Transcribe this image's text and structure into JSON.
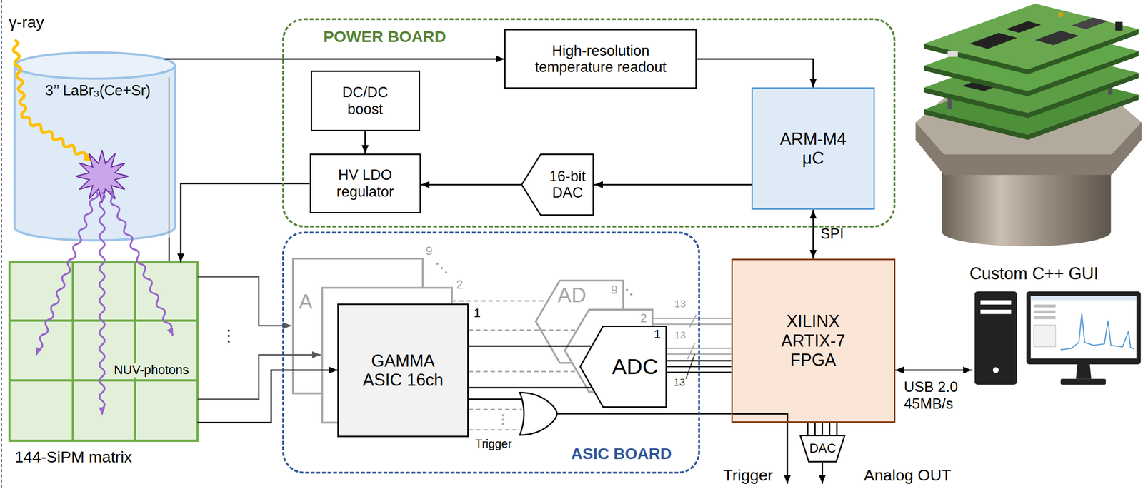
{
  "diagram": {
    "nodes": [
      {
        "text": [
          "3’’ LaBr₃(Ce+Sr)"
        ]
      },
      {
        "text": [
          "POWER BOARD"
        ]
      },
      {
        "text": [
          "High-resolution temperature readout"
        ],
        "in": 1
      },
      {
        "text": [
          "DC/DC boost"
        ],
        "in": 1
      },
      {
        "text": [
          "ARM-M4 μC"
        ],
        "in": 1
      },
      {
        "text": [
          "HV LDO regulator"
        ],
        "in": 1
      },
      {
        "text": [
          "16-bit DAC"
        ],
        "in": 1
      },
      {
        "text": [
          "144-SiPM matrix",
          "NUV-photons"
        ]
      },
      {
        "text": [
          "ASIC BOARD"
        ]
      },
      {
        "text": [
          "GAMMA ASIC 16ch"
        ],
        "in": 8
      },
      {
        "text": [
          "ADC"
        ],
        "in": 8
      },
      {
        "text": [
          "Trigger"
        ],
        "in": 8
      },
      {
        "text": [
          "XILINX ARTIX-7 FPGA"
        ]
      },
      {
        "text": [
          "DAC"
        ]
      },
      {
        "text": [
          "Custom C++ GUI"
        ]
      }
    ],
    "edges": [
      {
        "from": 0,
        "to": 2,
        "arrow": "to"
      },
      {
        "from": 2,
        "to": 4,
        "arrow": "to"
      },
      {
        "from": 3,
        "to": 5,
        "arrow": "to"
      },
      {
        "from": 6,
        "to": 5,
        "arrow": "to"
      },
      {
        "from": 4,
        "to": 6,
        "arrow": "to"
      },
      {
        "from": 5,
        "to": 7,
        "arrow": "to"
      },
      {
        "from": 4,
        "to": 12,
        "label": "SPI",
        "arrow": "both"
      },
      {
        "from": 7,
        "to": 9,
        "arrow": "to"
      },
      {
        "from": 9,
        "to": 10,
        "arrow": "none"
      },
      {
        "from": 10,
        "to": 12,
        "arrow": "none"
      },
      {
        "from": 9,
        "to": 11,
        "arrow": "none"
      },
      {
        "from": 11,
        "to": 12,
        "arrow": "none"
      },
      {
        "from": 12,
        "to": 13,
        "arrow": "none"
      },
      {
        "from": 12,
        "to": 14,
        "label": "USB 2.0 45MB/s",
        "arrow": "both"
      }
    ],
    "labels": [
      "γ-ray",
      "⋮",
      "A",
      "9",
      "2",
      "1",
      "AD",
      "9",
      "2",
      "1",
      "13",
      "13",
      "13",
      "Trigger",
      "Analog OUT"
    ]
  }
}
